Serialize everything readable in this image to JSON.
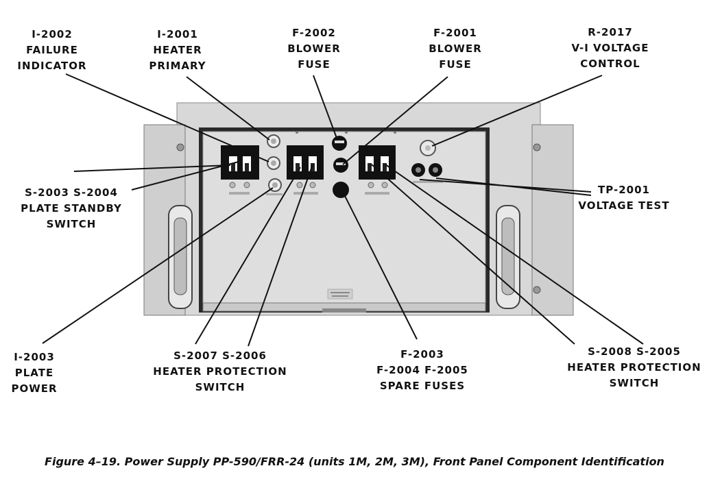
{
  "labels": {
    "i2002": [
      "I-2002",
      "FAILURE",
      "INDICATOR"
    ],
    "i2001": [
      "I-2001",
      "HEATER",
      "PRIMARY"
    ],
    "f2002": [
      "F-2002",
      "BLOWER",
      "FUSE"
    ],
    "f2001": [
      "F-2001",
      "BLOWER",
      "FUSE"
    ],
    "r2017": [
      "R-2017",
      "V-I VOLTAGE",
      "CONTROL"
    ],
    "s2003_s2004": [
      "S-2003   S-2004",
      "PLATE  STANDBY",
      "SWITCH"
    ],
    "tp2001": [
      "TP-2001",
      "VOLTAGE TEST"
    ],
    "i2003": [
      "I-2003",
      "PLATE",
      "POWER"
    ],
    "s2007_s2006": [
      "S-2007   S-2006",
      "HEATER   PROTECTION",
      "SWITCH"
    ],
    "f2003": [
      "F-2003",
      "F-2004    F-2005",
      "SPARE  FUSES"
    ],
    "s2008_s2005": [
      "S-2008   S-2005",
      "HEATER  PROTECTION",
      "SWITCH"
    ]
  },
  "caption": "Figure 4–19.  Power Supply PP-590/FRR-24 (units 1M, 2M, 3M), Front Panel Component Identification"
}
